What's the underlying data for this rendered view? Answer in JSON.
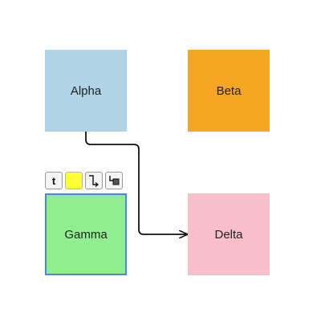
{
  "diagram": {
    "nodes": [
      {
        "id": "alpha",
        "label": "Alpha",
        "color": "#b0d4e6"
      },
      {
        "id": "beta",
        "label": "Beta",
        "color": "#f5a623"
      },
      {
        "id": "gamma",
        "label": "Gamma",
        "color": "#90ee90",
        "selected": true,
        "selection_color": "#4a86e8"
      },
      {
        "id": "delta",
        "label": "Delta",
        "color": "#f8bfcb"
      }
    ],
    "edges": [
      {
        "from": "alpha",
        "to": "delta",
        "style": "orthogonal",
        "arrow": "end"
      }
    ]
  },
  "toolbar": {
    "text_label": "t",
    "fill_color": "#ffff33",
    "icons": [
      "text-icon",
      "fill-color-icon",
      "connector-icon",
      "arrange-icon"
    ]
  }
}
